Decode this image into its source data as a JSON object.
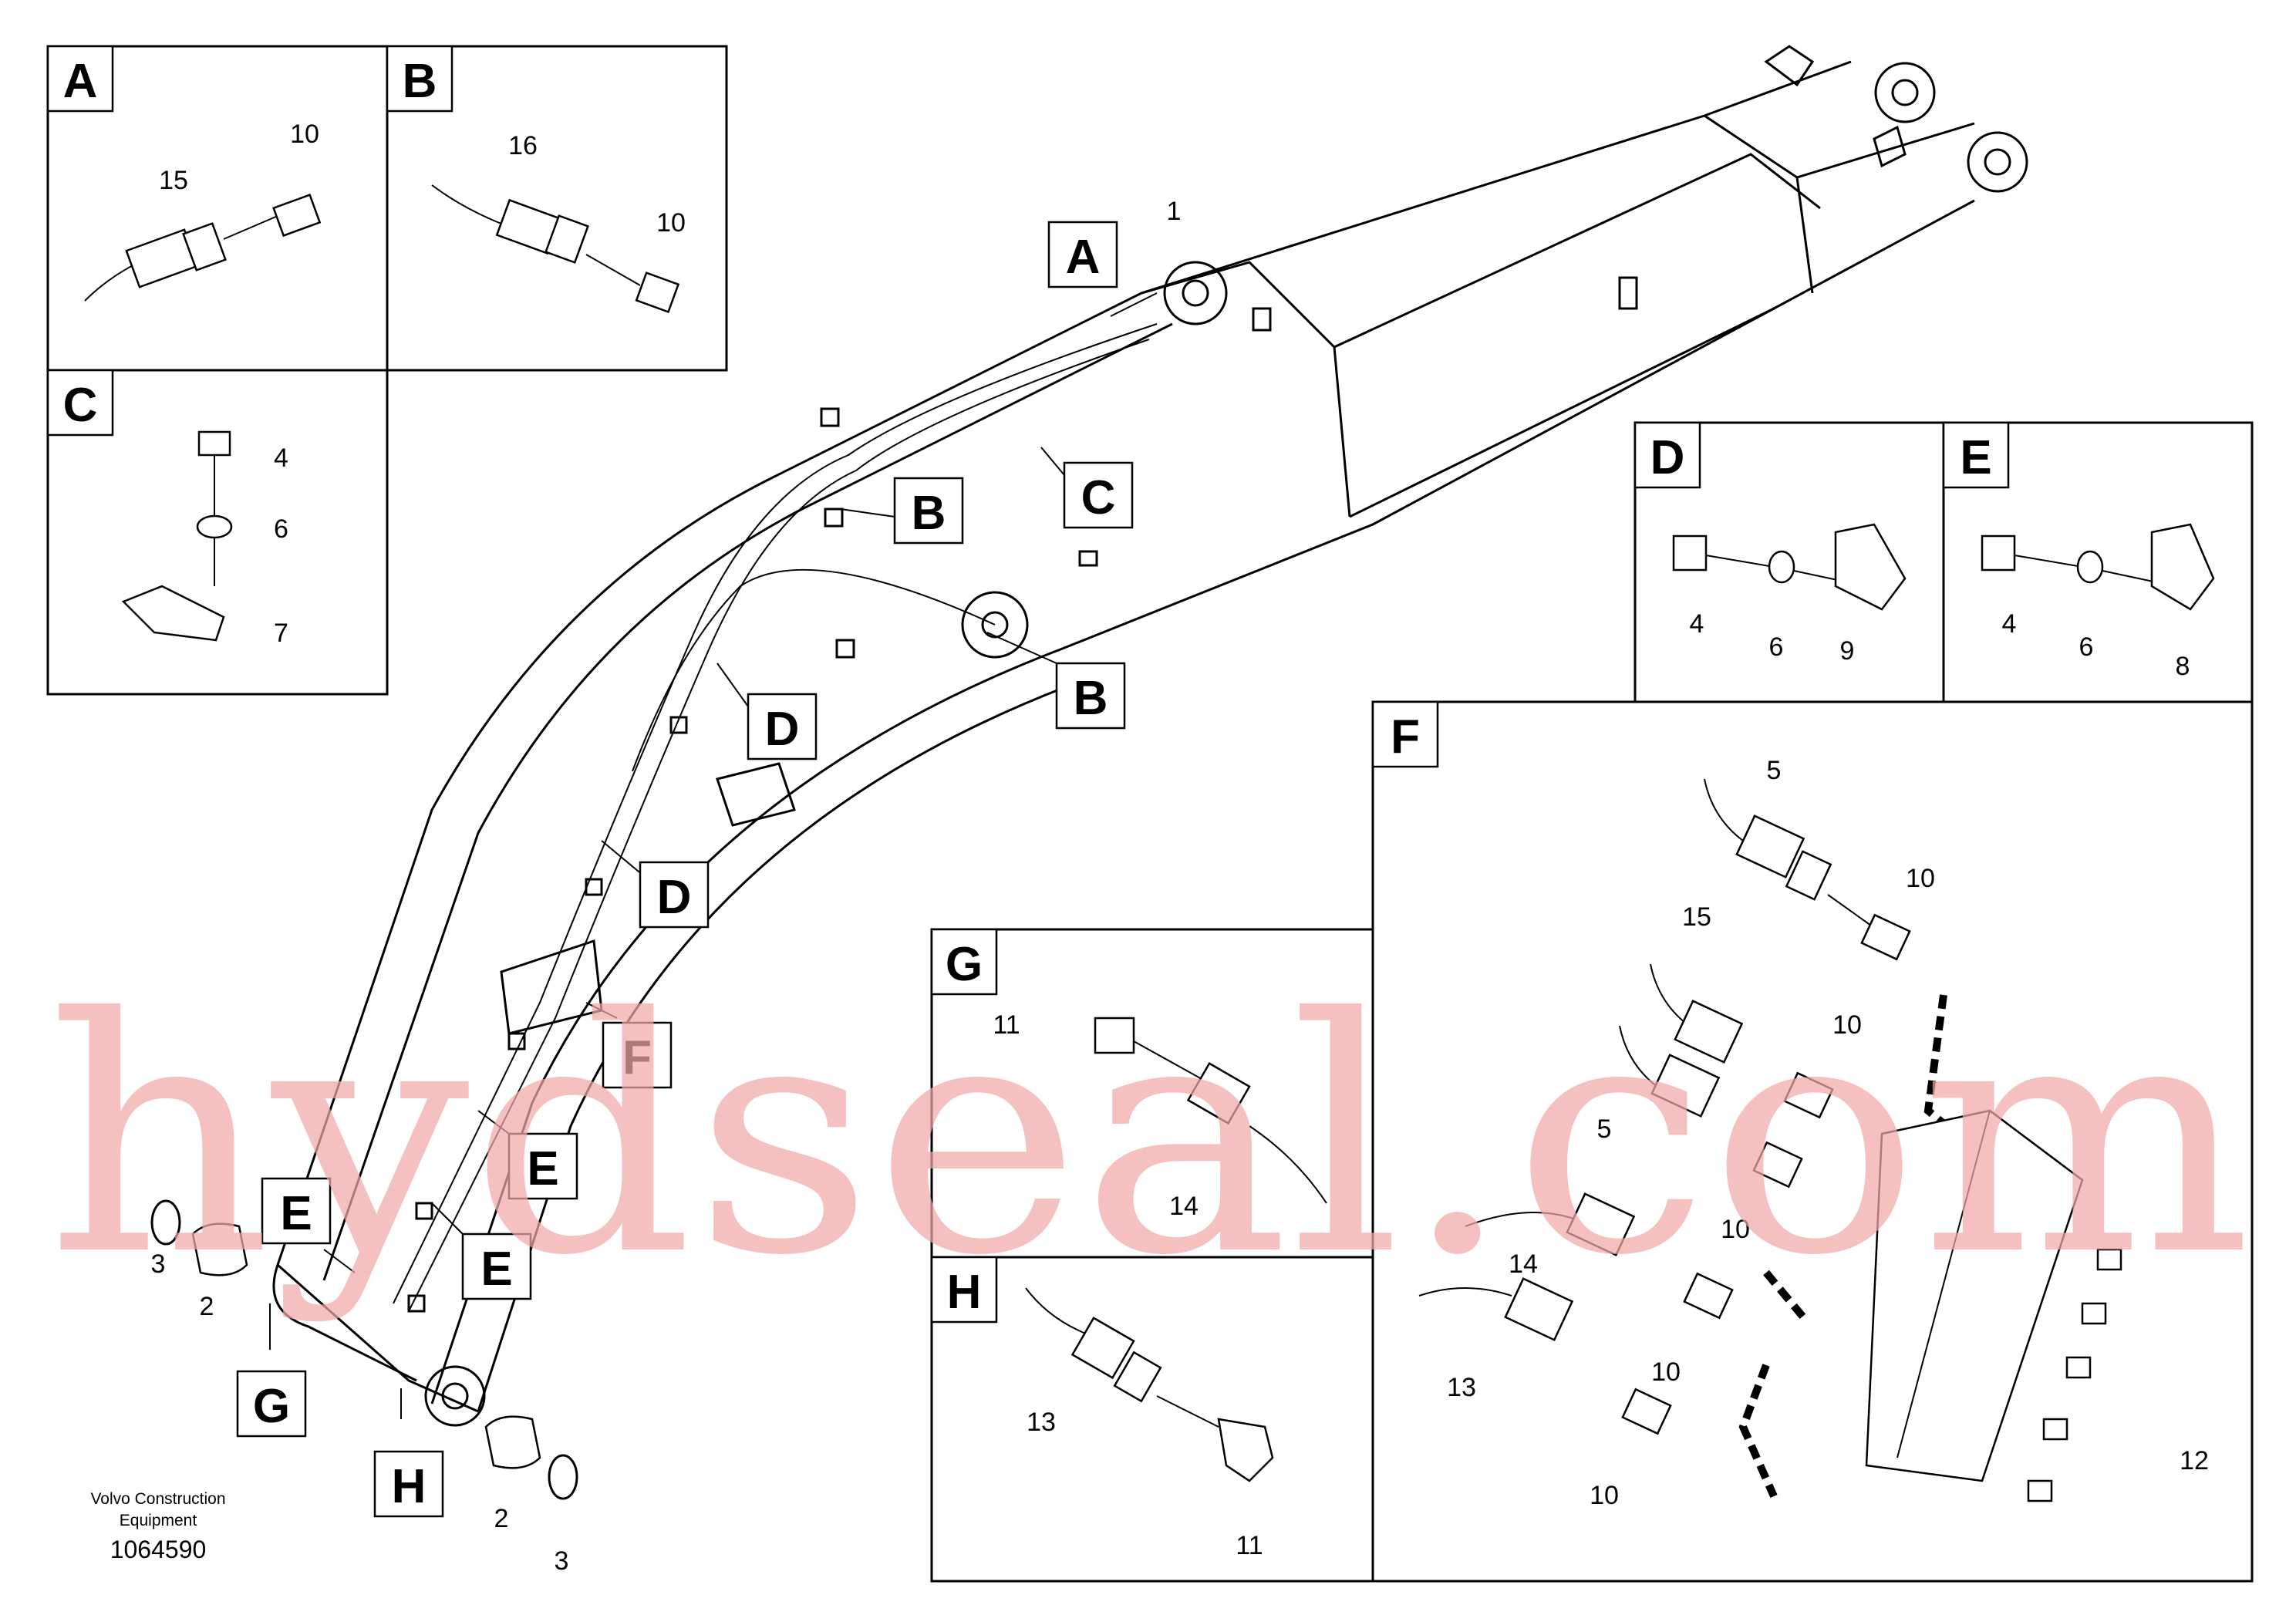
{
  "detail_letters": [
    "A",
    "B",
    "C",
    "D",
    "E",
    "F",
    "G",
    "H"
  ],
  "callout_numbers": [
    "1",
    "2",
    "3",
    "4",
    "5",
    "6",
    "7",
    "8",
    "9",
    "10",
    "11",
    "12",
    "13",
    "14",
    "15",
    "16"
  ],
  "maker_line1": "Volvo Construction",
  "maker_line2": "Equipment",
  "document_number": "1064590",
  "watermark": "hydseal.com"
}
